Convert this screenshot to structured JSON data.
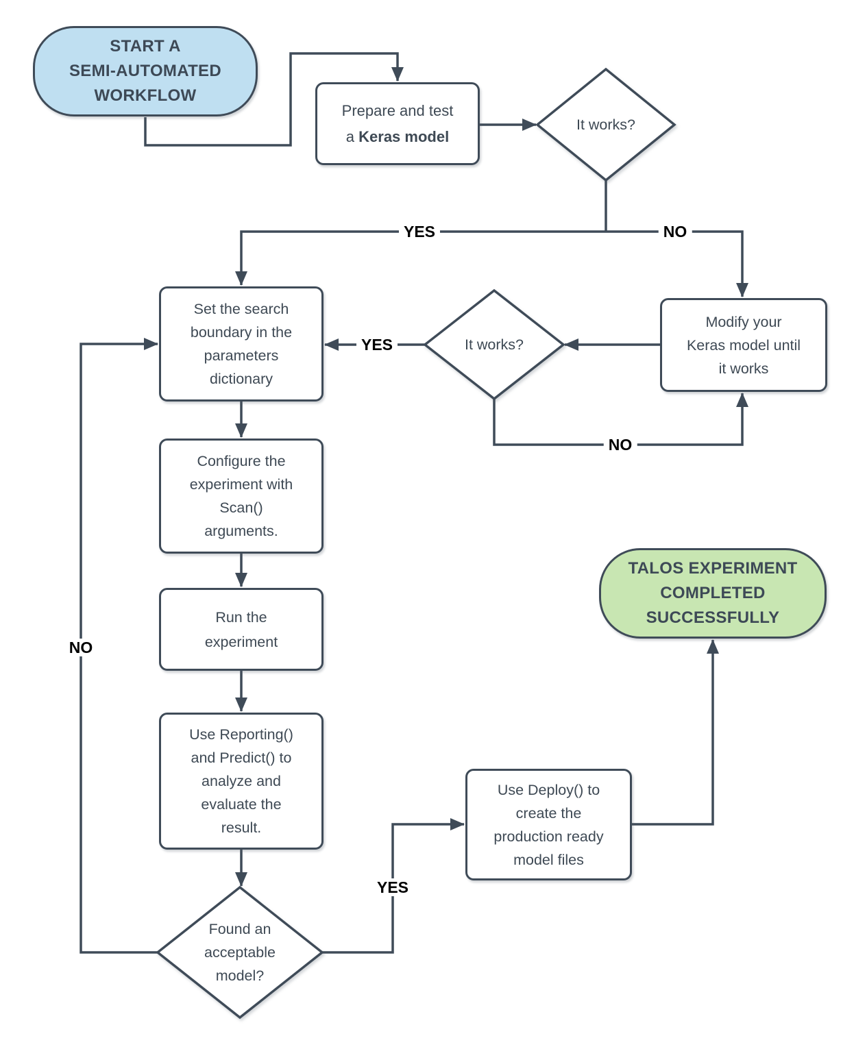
{
  "colors": {
    "line": "#3F4B58",
    "node_border": "#3F4B58",
    "node_fill": "#FFFFFF",
    "node_text": "#3E4954",
    "edge_label_text": "#000000",
    "start_terminal_fill": "#BFDFF1",
    "end_terminal_fill": "#C8E6B2"
  },
  "nodes": {
    "start": {
      "label": "START A\nSEMI-AUTOMATED\nWORKFLOW"
    },
    "prepare": {
      "line1": "Prepare and test",
      "line2_prefix": "a ",
      "line2_bold": "Keras model"
    },
    "decision_works_1": {
      "label": "It works?"
    },
    "set_boundary": {
      "label": "Set the search\nboundary in the\nparameters\ndictionary"
    },
    "decision_works_2": {
      "label": "It works?"
    },
    "modify": {
      "label": "Modify your\nKeras model until\nit works"
    },
    "configure": {
      "label": "Configure the\nexperiment with\nScan()\narguments."
    },
    "run": {
      "label": "Run the\nexperiment"
    },
    "reporting": {
      "label": "Use Reporting()\nand Predict() to\nanalyze and\nevaluate the\nresult."
    },
    "decision_found": {
      "label": "Found an\nacceptable\nmodel?"
    },
    "deploy": {
      "label": "Use Deploy() to\ncreate the\nproduction ready\nmodel files"
    },
    "end": {
      "label": "TALOS EXPERIMENT\nCOMPLETED\nSUCCESSFULLY"
    }
  },
  "edge_labels": {
    "works1_yes": "YES",
    "works1_no": "NO",
    "works2_yes": "YES",
    "works2_no": "NO",
    "found_no": "NO",
    "found_yes": "YES"
  }
}
